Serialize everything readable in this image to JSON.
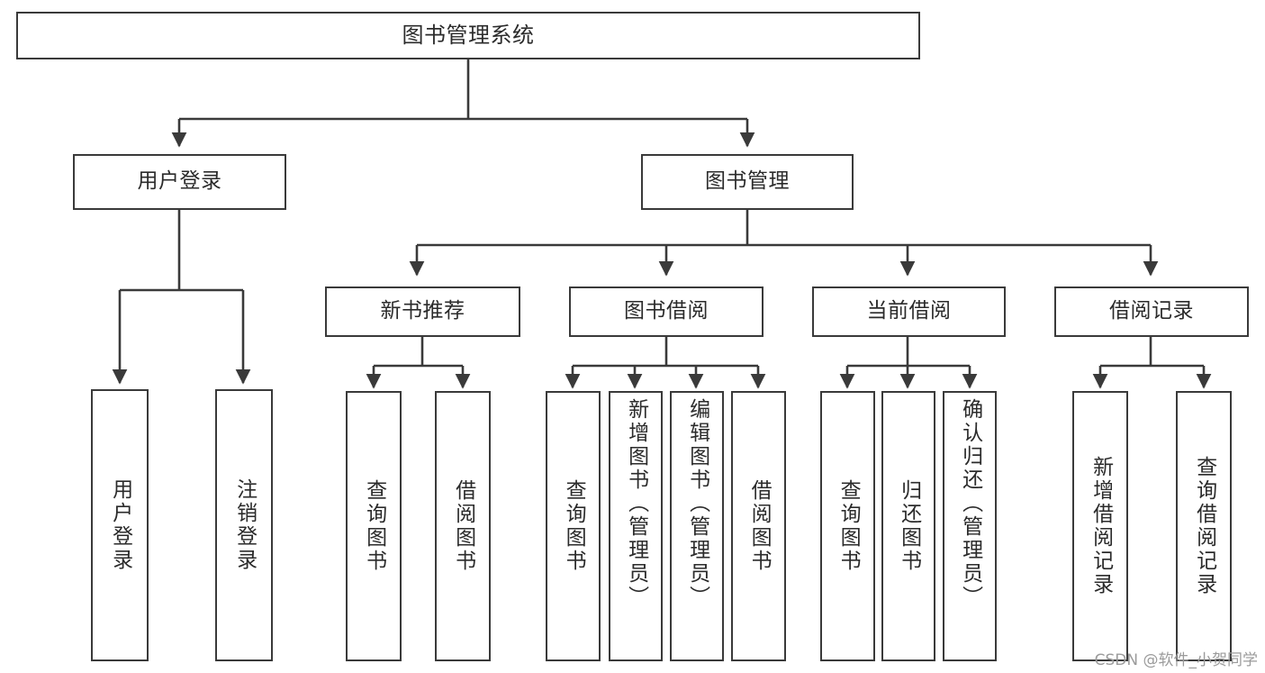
{
  "diagram": {
    "title": "图书管理系统",
    "type": "tree",
    "watermark": "CSDN @软件_小贺同学",
    "colors": {
      "box_border": "#3a3a3a",
      "box_fill": "#ffffff",
      "text": "#2b2b2b",
      "edge": "#3a3a3a",
      "background": "#ffffff",
      "watermark": "#9b9b9b"
    },
    "nodes": {
      "root": {
        "label": "图书管理系统",
        "orientation": "horizontal"
      },
      "level2": [
        {
          "id": "user-login",
          "label": "用户登录",
          "orientation": "horizontal"
        },
        {
          "id": "book-manage",
          "label": "图书管理",
          "orientation": "horizontal"
        }
      ],
      "level3": [
        {
          "id": "new-book-recommend",
          "label": "新书推荐",
          "orientation": "horizontal"
        },
        {
          "id": "book-borrow",
          "label": "图书借阅",
          "orientation": "horizontal"
        },
        {
          "id": "current-borrow",
          "label": "当前借阅",
          "orientation": "horizontal"
        },
        {
          "id": "borrow-record",
          "label": "借阅记录",
          "orientation": "horizontal"
        }
      ],
      "leaves": [
        {
          "id": "leaf-user-login",
          "label": "用户登录",
          "orientation": "vertical",
          "parent": "user-login"
        },
        {
          "id": "leaf-logout-login",
          "label": "注销登录",
          "orientation": "vertical",
          "parent": "user-login"
        },
        {
          "id": "leaf-query-book-1",
          "label": "查询图书",
          "orientation": "vertical",
          "parent": "new-book-recommend"
        },
        {
          "id": "leaf-borrow-book-1",
          "label": "借阅图书",
          "orientation": "vertical",
          "parent": "new-book-recommend"
        },
        {
          "id": "leaf-query-book-2",
          "label": "查询图书",
          "orientation": "vertical",
          "parent": "book-borrow"
        },
        {
          "id": "leaf-add-book",
          "label": "新增图书（管理员）",
          "orientation": "vertical",
          "parent": "book-borrow"
        },
        {
          "id": "leaf-edit-book",
          "label": "编辑图书（管理员）",
          "orientation": "vertical",
          "parent": "book-borrow"
        },
        {
          "id": "leaf-borrow-book-2",
          "label": "借阅图书",
          "orientation": "vertical",
          "parent": "book-borrow"
        },
        {
          "id": "leaf-query-book-3",
          "label": "查询图书",
          "orientation": "vertical",
          "parent": "current-borrow"
        },
        {
          "id": "leaf-return-book",
          "label": "归还图书",
          "orientation": "vertical",
          "parent": "current-borrow"
        },
        {
          "id": "leaf-confirm-return",
          "label": "确认归还（管理员）",
          "orientation": "vertical",
          "parent": "current-borrow"
        },
        {
          "id": "leaf-add-record",
          "label": "新增借阅记录",
          "orientation": "vertical",
          "parent": "borrow-record"
        },
        {
          "id": "leaf-query-record",
          "label": "查询借阅记录",
          "orientation": "vertical",
          "parent": "borrow-record"
        }
      ]
    }
  }
}
